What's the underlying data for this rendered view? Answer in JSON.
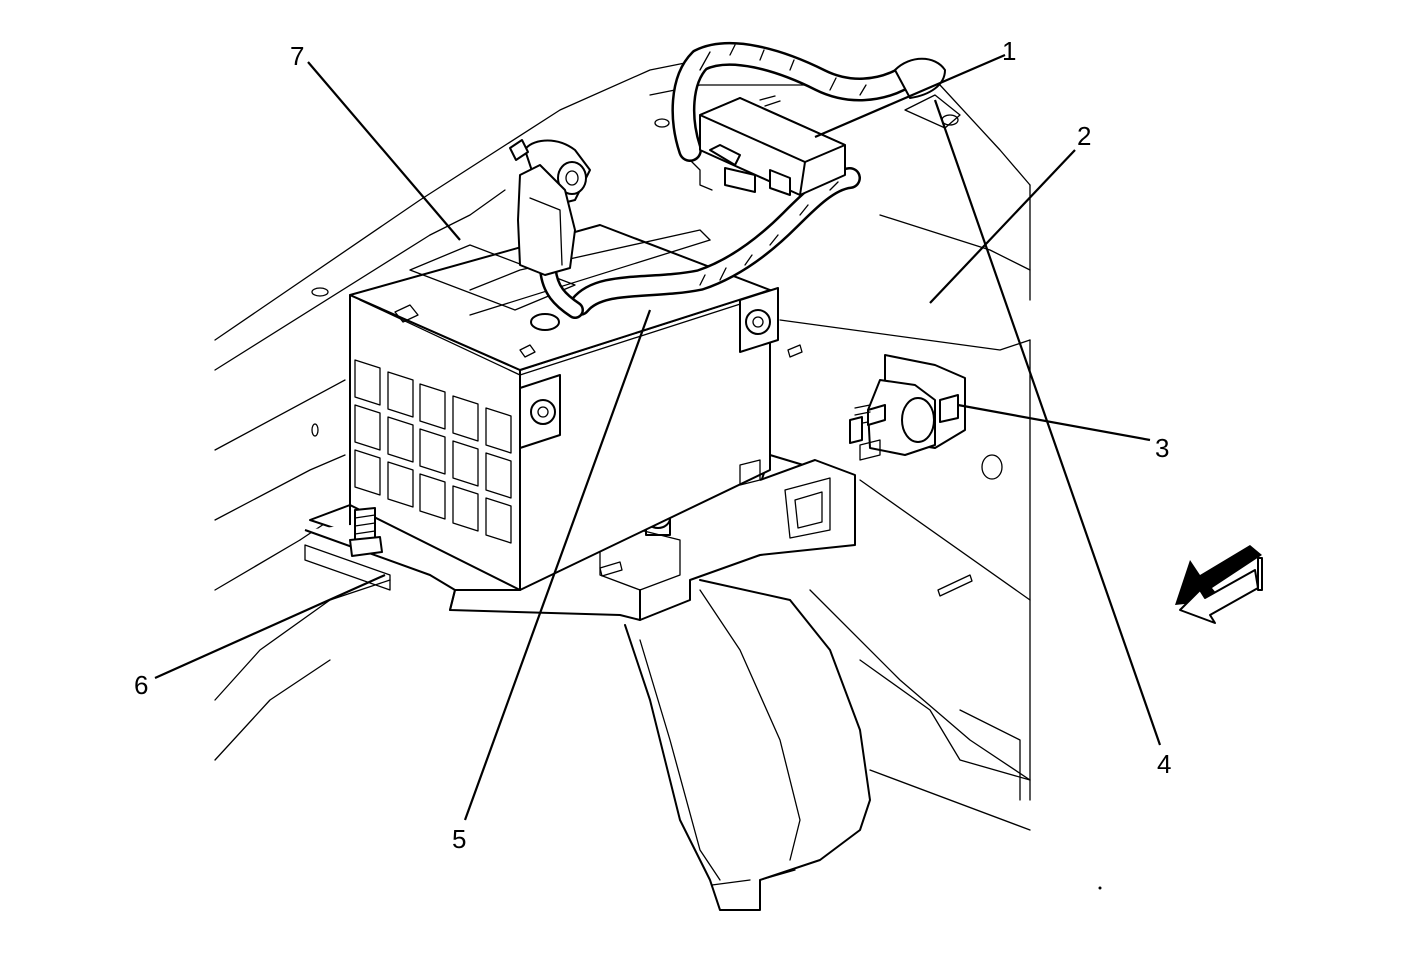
{
  "callouts": [
    {
      "id": "1",
      "label": "1"
    },
    {
      "id": "2",
      "label": "2"
    },
    {
      "id": "3",
      "label": "3"
    },
    {
      "id": "4",
      "label": "4"
    },
    {
      "id": "5",
      "label": "5"
    },
    {
      "id": "6",
      "label": "6"
    },
    {
      "id": "7",
      "label": "7"
    }
  ],
  "direction_arrow_icon": "front-direction-arrow-icon"
}
